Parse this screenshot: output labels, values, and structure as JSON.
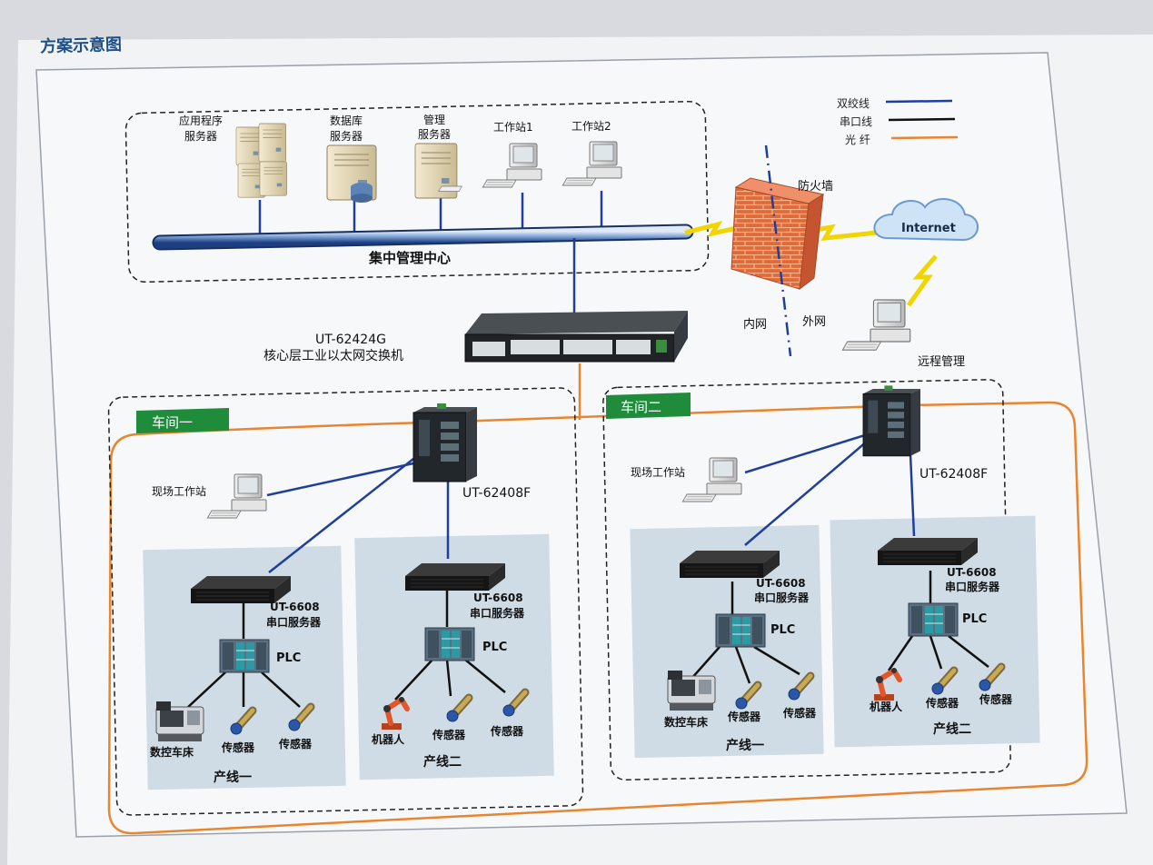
{
  "title": "方案示意图",
  "legend": {
    "twisted_pair": "双绞线",
    "serial": "串口线",
    "fiber": "光  纤",
    "colors": {
      "twisted_pair": "#1f3f9a",
      "serial": "#111111",
      "fiber": "#e9852e"
    }
  },
  "center": {
    "app_server": [
      "应用程序",
      "服务器"
    ],
    "db_server": [
      "数据库",
      "服务器"
    ],
    "mgmt_server": [
      "管理",
      "服务器"
    ],
    "workstation1": "工作站1",
    "workstation2": "工作站2",
    "label": "集中管理中心"
  },
  "firewall": "防火墙",
  "internet": "Internet",
  "inner_net": "内网",
  "outer_net": "外网",
  "remote_mgmt": "远程管理",
  "core_switch": {
    "model": "UT-62424G",
    "desc": "核心层工业以太网交换机"
  },
  "workshop1": {
    "label": "车间一",
    "switch": "UT-62408F",
    "field_ws": "现场工作站",
    "line1": {
      "server_model": "UT-6608",
      "server_desc": "串口服务器",
      "plc": "PLC",
      "cnc": "数控车床",
      "sensor1": "传感器",
      "sensor2": "传感器",
      "name": "产线一"
    },
    "line2": {
      "server_model": "UT-6608",
      "server_desc": "串口服务器",
      "plc": "PLC",
      "robot": "机器人",
      "sensor1": "传感器",
      "sensor2": "传感器",
      "name": "产线二"
    }
  },
  "workshop2": {
    "label": "车间二",
    "switch": "UT-62408F",
    "field_ws": "现场工作站",
    "line1": {
      "server_model": "UT-6608",
      "server_desc": "串口服务器",
      "plc": "PLC",
      "cnc": "数控车床",
      "sensor1": "传感器",
      "sensor2": "传感器",
      "name": "产线一"
    },
    "line2": {
      "server_model": "UT-6608",
      "server_desc": "串口服务器",
      "plc": "PLC",
      "robot": "机器人",
      "sensor1": "传感器",
      "sensor2": "传感器",
      "name": "产线二"
    }
  }
}
